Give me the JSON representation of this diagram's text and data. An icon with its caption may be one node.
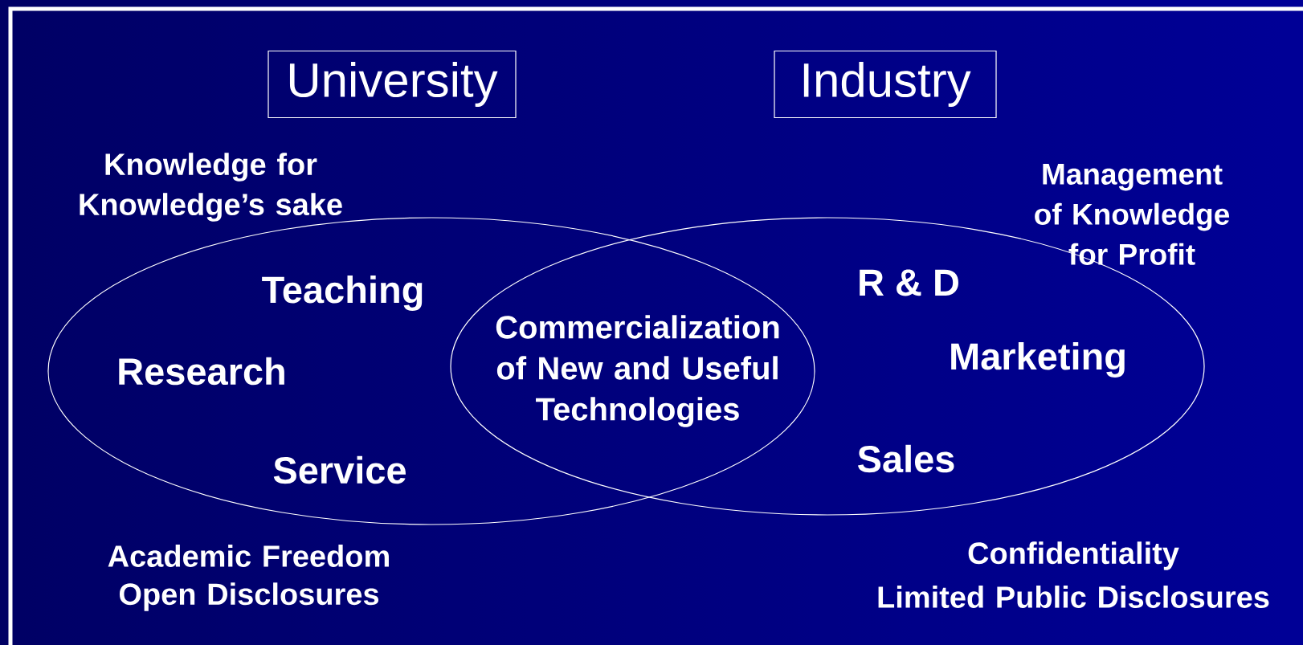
{
  "diagram": {
    "nodes": [
      {
        "text": [
          "University"
        ]
      },
      {
        "text": [
          "Industry"
        ]
      },
      {
        "text": [
          "Teaching",
          "Research",
          "Service"
        ]
      },
      {
        "text": [
          "R & D",
          "Marketing",
          "Sales"
        ]
      }
    ],
    "labels": [
      "Knowledge for Knowledge’s sake",
      "Management of Knowledge for Profit",
      "Commercialization of New and Useful Technologies",
      "Academic Freedom",
      "Open Disclosures",
      "Confidentiality",
      "Limited Public Disclosures"
    ]
  }
}
